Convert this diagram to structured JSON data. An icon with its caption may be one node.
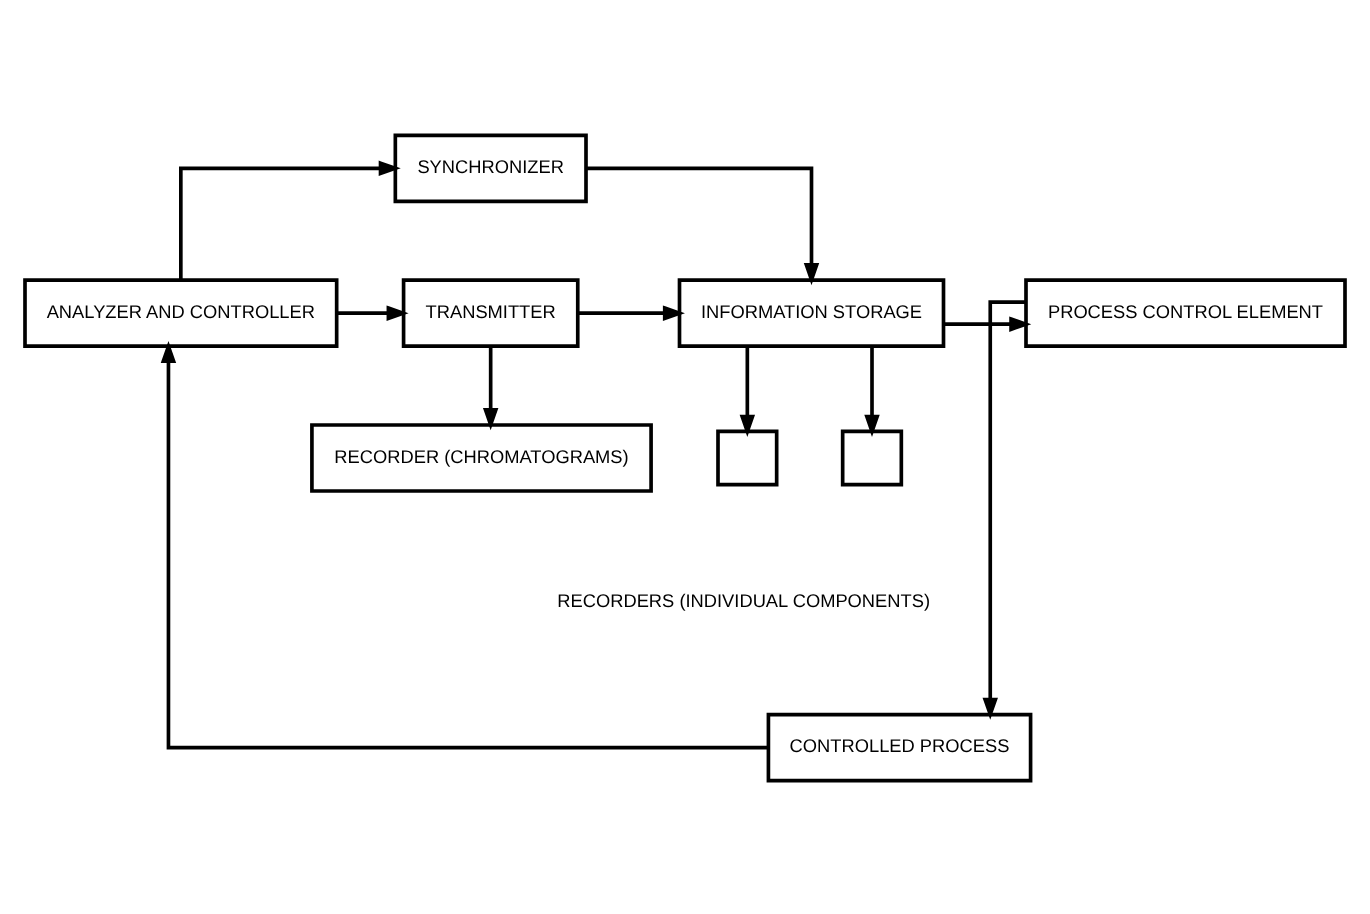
{
  "diagram": {
    "nodes": [
      {
        "text": [
          "SYNCHRONIZER"
        ]
      },
      {
        "text": [
          "ANALYZER AND CONTROLLER"
        ]
      },
      {
        "text": [
          "TRANSMITTER"
        ]
      },
      {
        "text": [
          "INFORMATION STORAGE"
        ]
      },
      {
        "text": [
          "PROCESS CONTROL ELEMENT"
        ]
      },
      {
        "text": [
          "RECORDER (CHROMATOGRAMS)"
        ]
      },
      {
        "text": [],
        "shape": "box"
      },
      {
        "text": [],
        "shape": "box"
      },
      {
        "text": [
          "CONTROLLED PROCESS"
        ]
      }
    ],
    "edges": [
      {
        "from": 1,
        "to": 0,
        "arrow": "to"
      },
      {
        "from": 0,
        "to": 3,
        "arrow": "to"
      },
      {
        "from": 1,
        "to": 2,
        "arrow": "to"
      },
      {
        "from": 2,
        "to": 3,
        "arrow": "to"
      },
      {
        "from": 2,
        "to": 5,
        "arrow": "to"
      },
      {
        "from": 3,
        "to": 6,
        "arrow": "to"
      },
      {
        "from": 3,
        "to": 7,
        "arrow": "to"
      },
      {
        "from": 3,
        "to": 4,
        "arrow": "to"
      },
      {
        "from": 4,
        "to": 8,
        "arrow": "to"
      },
      {
        "from": 8,
        "to": 1,
        "arrow": "to"
      }
    ],
    "labels": [
      "RECORDERS (INDIVIDUAL COMPONENTS)"
    ]
  }
}
